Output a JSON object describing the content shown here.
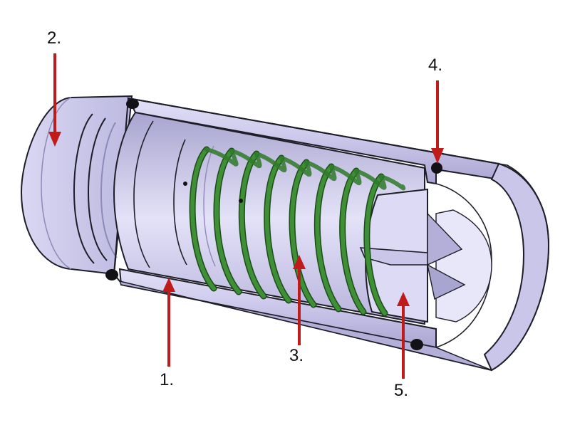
{
  "callouts": [
    {
      "id": "1",
      "label": "1.",
      "part": "housing-body"
    },
    {
      "id": "2",
      "label": "2.",
      "part": "end-cap"
    },
    {
      "id": "3",
      "label": "3.",
      "part": "spring"
    },
    {
      "id": "4",
      "label": "4.",
      "part": "o-ring"
    },
    {
      "id": "5",
      "label": "5.",
      "part": "cross-insert"
    }
  ],
  "colors": {
    "body": "#c9c6ea",
    "body_light": "#dcdaf5",
    "body_mid": "#b3afd9",
    "body_dark": "#8e8ab8",
    "edge": "#1e1e28",
    "spring": "#2f7a2a",
    "spring_dark": "#1c4d18",
    "arrow": "#c01b1b",
    "label": "#111111"
  }
}
